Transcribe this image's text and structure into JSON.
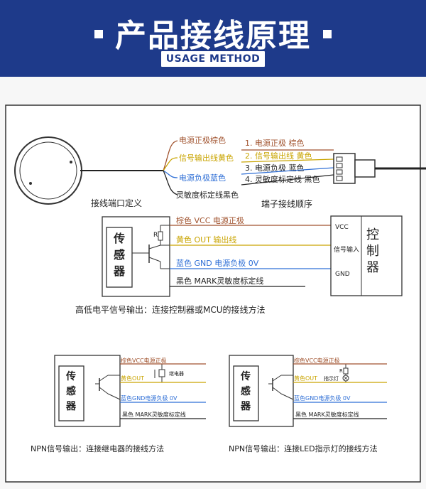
{
  "header": {
    "title": "产品接线原理",
    "subtitle": "USAGE METHOD"
  },
  "colors": {
    "header_bg": "#1e3a8a",
    "brown": "#a0522d",
    "yellow": "#c9a400",
    "blue": "#2f6fd6",
    "black": "#222222"
  },
  "top": {
    "wires": [
      "电源正极棕色",
      "信号输出线黄色",
      "电源负极蓝色",
      "灵敏度标定线黑色"
    ],
    "pins": [
      "1. 电源正极    棕色",
      "2. 信号输出线  黄色",
      "3. 电源负极    蓝色",
      "4. 灵敏度标定线  黑色"
    ],
    "caption_left": "接线端口定义",
    "caption_right": "端子接线顺序"
  },
  "main": {
    "sensor": [
      "传",
      "感",
      "器"
    ],
    "r": "R",
    "lines": [
      "棕色  VCC  电源正极",
      "黄色  OUT  输出线",
      "蓝色  GND  电源负极  0V",
      "黑色  MARK灵敏度标定线"
    ],
    "ctrl_labels": [
      "VCC",
      "信号输入",
      "GND"
    ],
    "controller": [
      "控",
      "制",
      "器"
    ],
    "caption": "高低电平信号输出：连接控制器或MCU的接线方法"
  },
  "relay": {
    "sensor": [
      "传",
      "感",
      "器"
    ],
    "lines": [
      "棕色VCC电源正极",
      "黄色OUT",
      "蓝色GND电源负极  0V",
      "黑色  MARK灵敏度标定线"
    ],
    "component": "继电器",
    "caption": "NPN信号输出：连接继电器的接线方法"
  },
  "led": {
    "sensor": [
      "传",
      "感",
      "器"
    ],
    "lines": [
      "棕色VCC电源正极",
      "黄色OUT",
      "蓝色GND电源负极  0V",
      "黑色  MARK灵敏度标定线"
    ],
    "r": "R",
    "component": "指示灯",
    "caption": "NPN信号输出：连接LED指示灯的接线方法"
  }
}
